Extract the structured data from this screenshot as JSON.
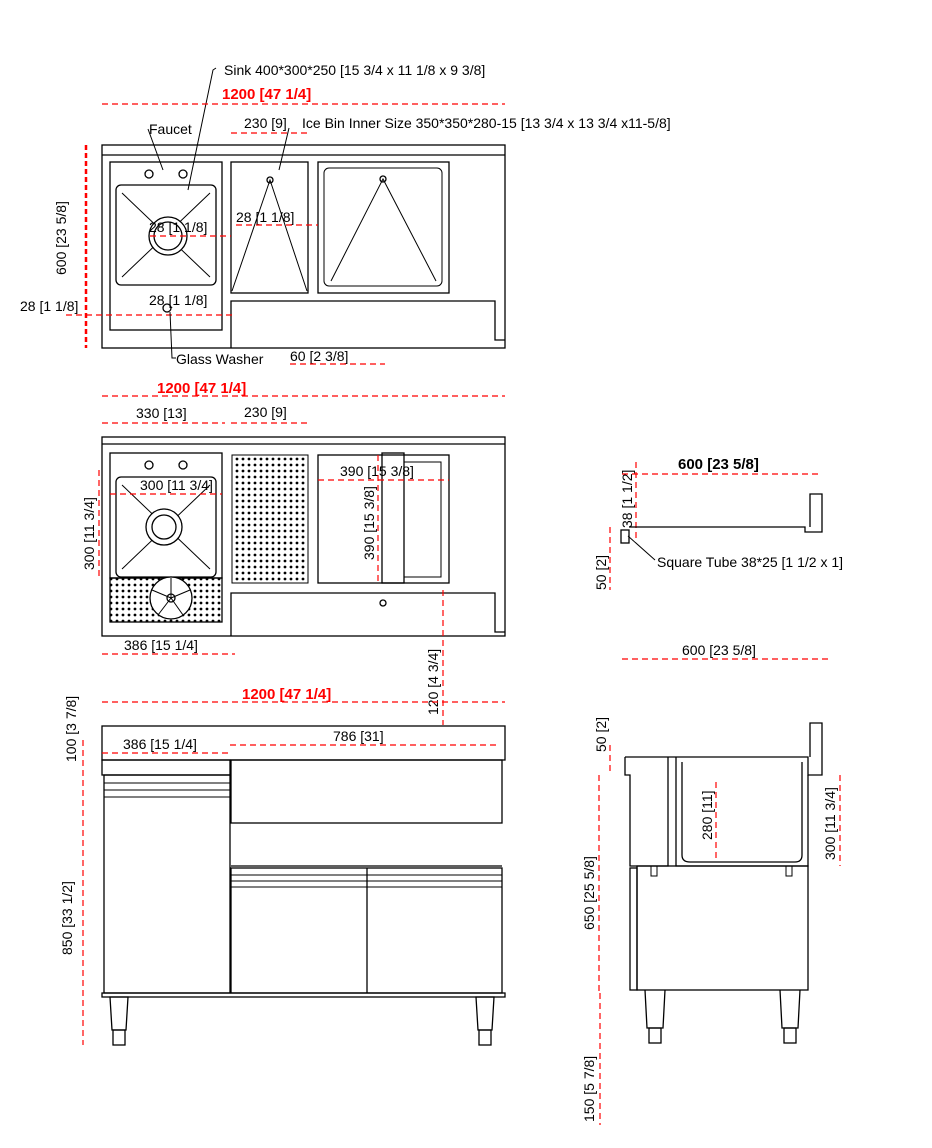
{
  "top_view": {
    "sink_label": "Sink 400*300*250 [15 3/4 x 11 1/8 x  9 3/8]",
    "width_total": "1200 [47 1/4]",
    "faucet_label": "Faucet",
    "bin_width": "230 [9]",
    "ice_bin_label": "Ice Bin Inner Size 350*350*280-15 [13 3/4 x 13 3/4 x11-5/8]",
    "depth": "600 [23 5/8]",
    "gap_sink": "28 [1 1/8]",
    "gap_bin": "28 [1 1/8]",
    "gap_bottom": "28 [1 1/8]",
    "gap_left": "28 [1 1/8]",
    "glass_washer_label": "Glass Washer",
    "offset": "60 [2 3/8]"
  },
  "plan_view": {
    "width_total": "1200 [47 1/4]",
    "sink_section": "330 [13]",
    "perforated_width": "230 [9]",
    "sink_width": "300 [11 3/4]",
    "sink_depth": "300 [11 3/4]",
    "lid_width": "390 [15 3/8]",
    "lid_depth": "390 [15 3/8]",
    "washer_width": "386 [15 1/4]",
    "offset": "120 [4 3/4]"
  },
  "side_top": {
    "depth": "600 [23 5/8]",
    "tube_height": "38 [1 1/2]",
    "drop": "50 [2]",
    "tube_label": "Square Tube 38*25 [1 1/2 x 1]"
  },
  "front_view": {
    "width_total": "1200 [47 1/4]",
    "backsplash": "100 [3 7/8]",
    "left_section": "386 [15 1/4]",
    "right_section": "786 [31]",
    "height": "850 [33 1/2]"
  },
  "side_view": {
    "depth": "600 [23 5/8]",
    "top": "50 [2]",
    "bin_depth": "280 [11]",
    "bin_outer": "300 [11 3/4]",
    "body_height": "650 [25 5/8]",
    "leg_height": "150 [5 7/8]"
  }
}
